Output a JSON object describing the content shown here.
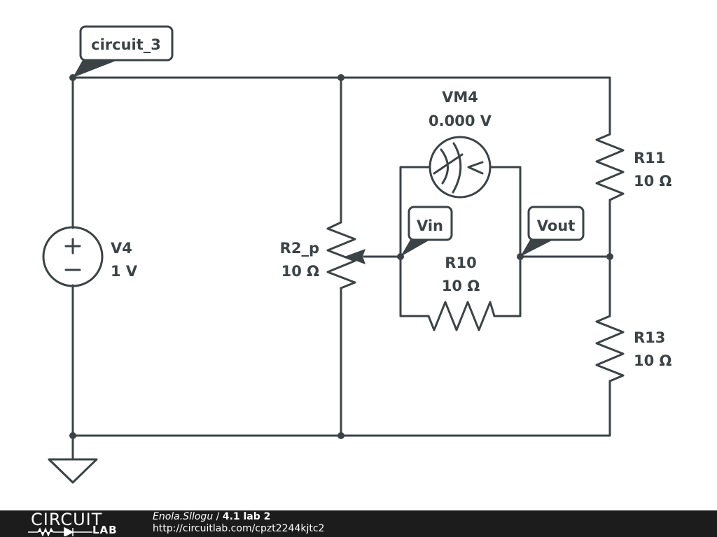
{
  "schematic": {
    "net_labels": {
      "circuit_3": "circuit_3",
      "vin": "Vin",
      "vout": "Vout"
    },
    "components": {
      "V4": {
        "name": "V4",
        "value": "1 V",
        "type": "voltage-source"
      },
      "R2_p": {
        "name": "R2_p",
        "value": "10 Ω",
        "type": "potentiometer"
      },
      "VM4": {
        "name": "VM4",
        "value": "0.000 V",
        "type": "voltmeter"
      },
      "R10": {
        "name": "R10",
        "value": "10 Ω",
        "type": "resistor"
      },
      "R11": {
        "name": "R11",
        "value": "10 Ω",
        "type": "resistor"
      },
      "R13": {
        "name": "R13",
        "value": "10 Ω",
        "type": "resistor"
      }
    },
    "colors": {
      "wire": "#3b4347",
      "background": "#ffffff"
    }
  },
  "footer": {
    "logo_top": "CIRCUIT",
    "logo_bottom": "LAB",
    "author": "Enola.Sllogu",
    "separator": " / ",
    "title": "4.1 lab 2",
    "url": "http://circuitlab.com/cpzt2244kjtc2",
    "background": "#1c1c1c"
  }
}
